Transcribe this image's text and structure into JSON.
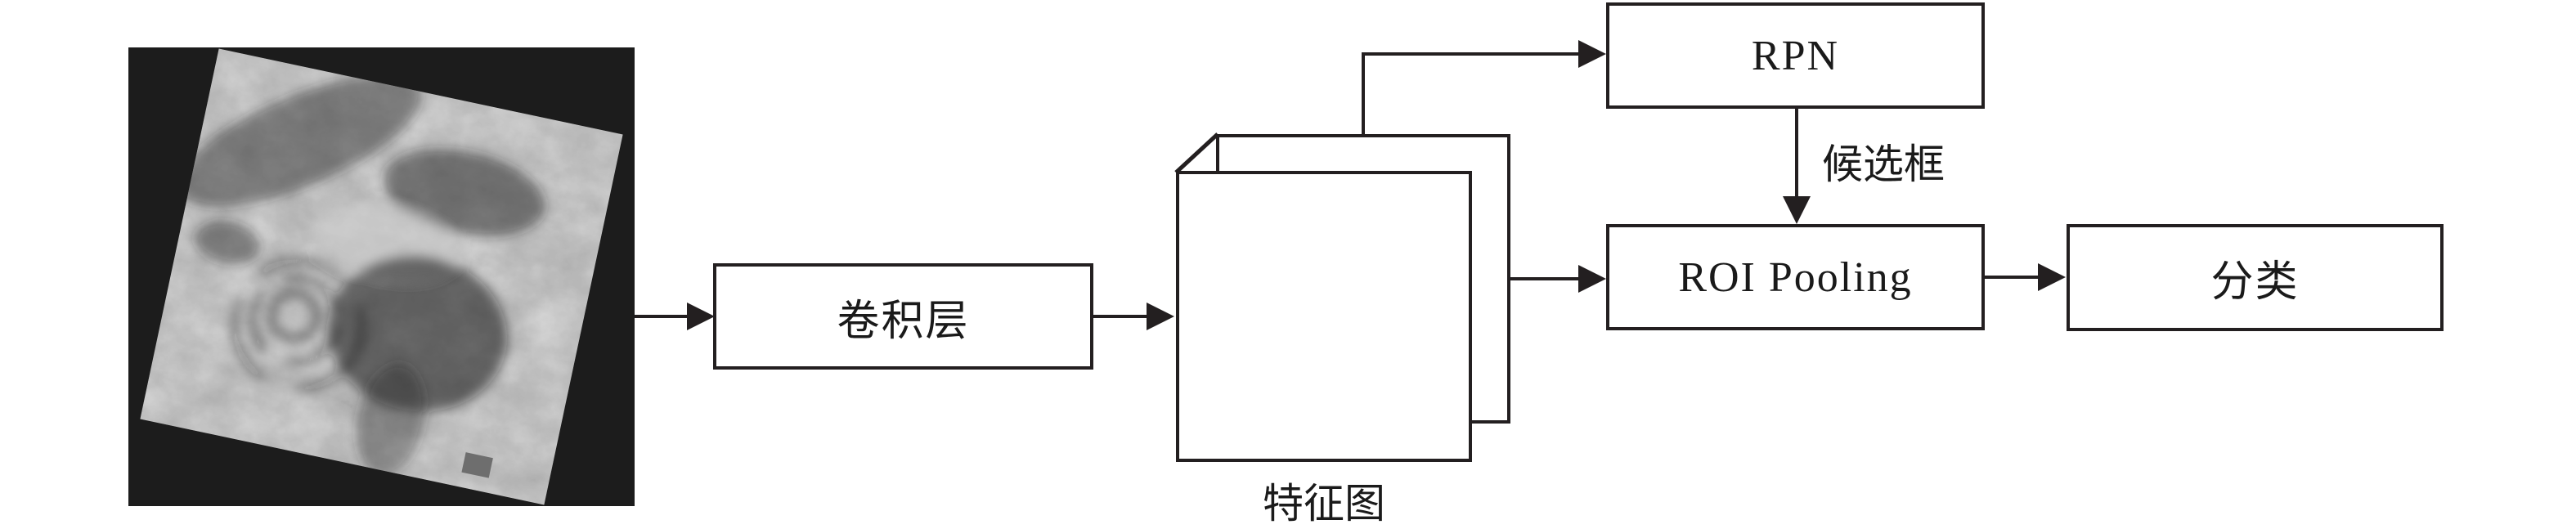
{
  "diagram": {
    "type": "flowchart",
    "description": "Faster R-CNN style detection pipeline applied to a SAR image",
    "nodes": [
      {
        "id": "input-image",
        "kind": "image",
        "label": ""
      },
      {
        "id": "conv-layer",
        "kind": "box",
        "label": "卷积层"
      },
      {
        "id": "feature-map",
        "kind": "stacked-box",
        "label": "特征图"
      },
      {
        "id": "rpn",
        "kind": "box",
        "label": "RPN"
      },
      {
        "id": "roi-pooling",
        "kind": "box",
        "label": "ROI Pooling"
      },
      {
        "id": "classification",
        "kind": "box",
        "label": "分类"
      }
    ],
    "edges": [
      {
        "from": "input-image",
        "to": "conv-layer",
        "label": ""
      },
      {
        "from": "conv-layer",
        "to": "feature-map",
        "label": ""
      },
      {
        "from": "feature-map",
        "to": "rpn",
        "label": ""
      },
      {
        "from": "rpn",
        "to": "roi-pooling",
        "label": "候选框"
      },
      {
        "from": "feature-map",
        "to": "roi-pooling",
        "label": ""
      },
      {
        "from": "roi-pooling",
        "to": "classification",
        "label": ""
      }
    ],
    "colors": {
      "line": "#231f20",
      "box_background": "#ffffff",
      "image_frame": "#1c1c1c",
      "sar_base_gray": "#8f8f8f"
    }
  }
}
